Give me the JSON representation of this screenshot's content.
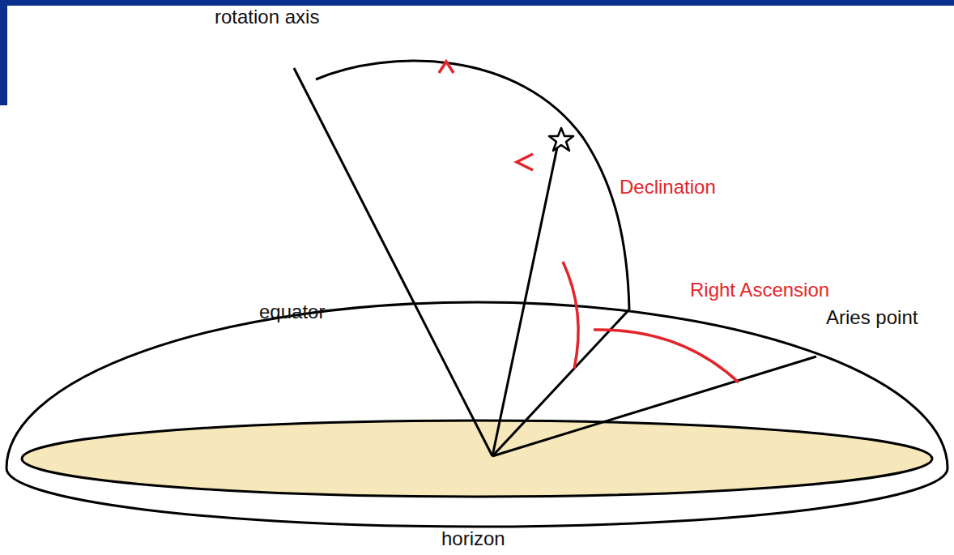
{
  "diagram": {
    "labels": [
      "rotation axis",
      "Declination",
      "Right Ascension",
      "equator",
      "Aries point",
      "horizon"
    ]
  }
}
